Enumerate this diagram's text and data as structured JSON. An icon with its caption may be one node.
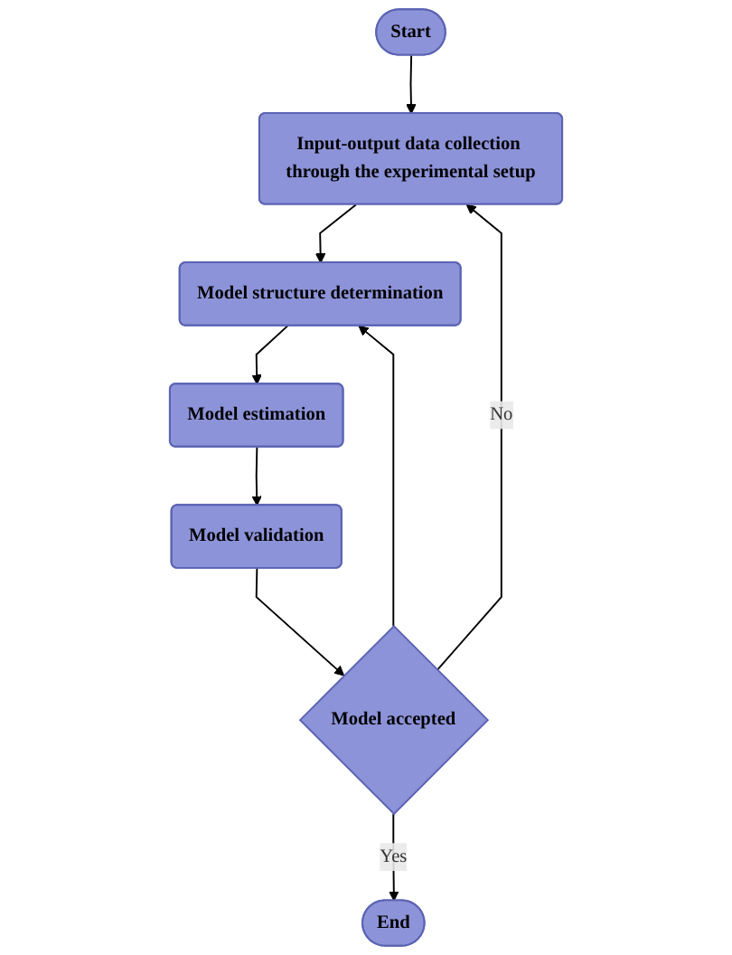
{
  "diagram": {
    "nodes": [
      {
        "text": [
          "Start"
        ]
      },
      {
        "text": [
          "Input-output data collection through the experimental setup"
        ]
      },
      {
        "text": [
          "Model structure determination"
        ]
      },
      {
        "text": [
          "Model estimation"
        ]
      },
      {
        "text": [
          "Model validation"
        ]
      },
      {
        "text": [
          "Model accepted"
        ]
      },
      {
        "text": [
          "End"
        ]
      }
    ],
    "edges": [
      {
        "from": 0,
        "to": 1,
        "arrow": "to"
      },
      {
        "from": 1,
        "to": 2,
        "arrow": "to"
      },
      {
        "from": 2,
        "to": 3,
        "arrow": "to"
      },
      {
        "from": 3,
        "to": 4,
        "arrow": "to"
      },
      {
        "from": 4,
        "to": 5,
        "arrow": "to"
      },
      {
        "from": 5,
        "to": 6,
        "label": "Yes",
        "arrow": "to"
      },
      {
        "from": 5,
        "to": 1,
        "label": "No",
        "arrow": "to"
      },
      {
        "from": 5,
        "to": 2,
        "arrow": "to"
      }
    ]
  }
}
